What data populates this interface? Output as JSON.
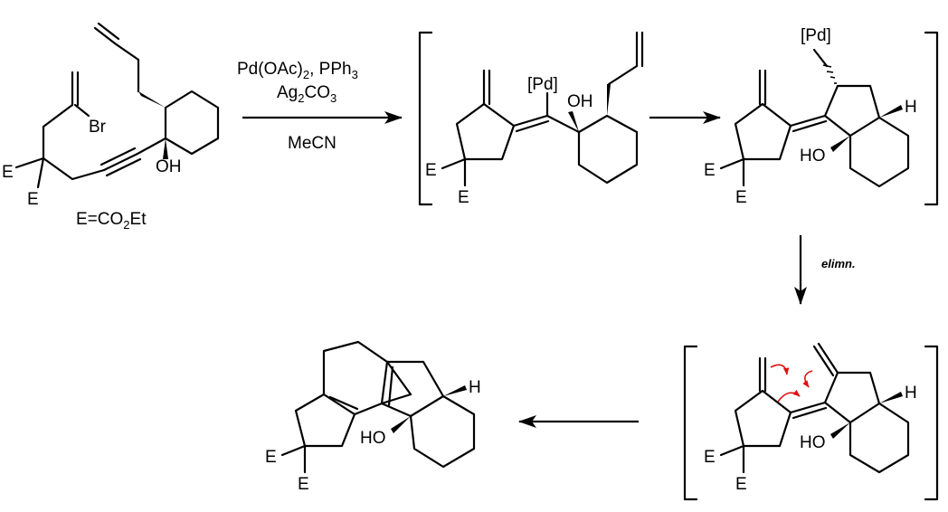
{
  "scheme": {
    "reagents_line1": "Pd(OAc)",
    "reagents_line1_sub": "2",
    "reagents_line1_tail": ", PPh",
    "reagents_line1_sub2": "3",
    "reagents_line2": "Ag",
    "reagents_line2_sub": "2",
    "reagents_line2_mid": "CO",
    "reagents_line2_sub2": "3",
    "solvent": "MeCN",
    "step2_label": "elimn.",
    "legend_prefix": "E=CO",
    "legend_sub": "2",
    "legend_suffix": "Et",
    "atom_labels": {
      "br": "Br",
      "oh": "OH",
      "ho": "HO",
      "h": "H",
      "pd": "[Pd]",
      "e": "E"
    }
  },
  "colors": {
    "bonds": "#000000",
    "curly_arrows": "#e01010"
  }
}
